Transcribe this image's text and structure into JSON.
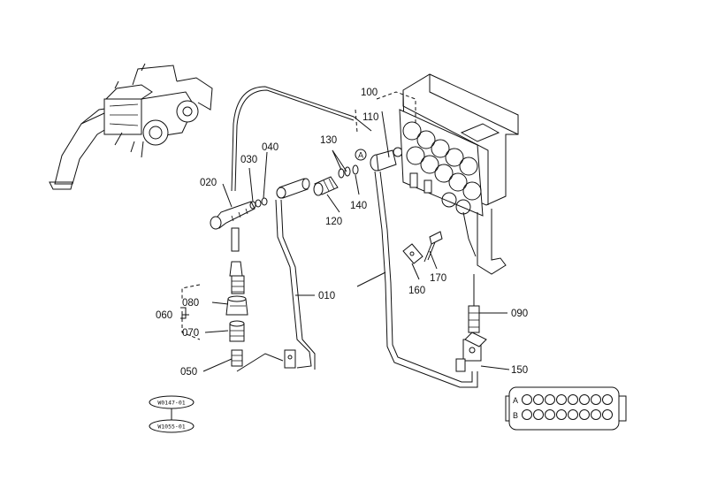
{
  "part_labels": {
    "p010": "010",
    "p020": "020",
    "p030": "030",
    "p040": "040",
    "p050": "050",
    "p060": "060",
    "p070": "070",
    "p080": "080",
    "p090": "090",
    "p100": "100",
    "p110": "110",
    "p120": "120",
    "p130": "130",
    "p140": "140",
    "p150": "150",
    "p160": "160",
    "p170": "170"
  },
  "markers": {
    "circle_a": "A",
    "block_a": "A",
    "block_b": "B"
  },
  "stamps": {
    "top": "W0147-01",
    "bottom": "W1055-01"
  },
  "icons": {
    "machine": "backhoe-loader-icon",
    "connector": "connector-block-icon"
  }
}
